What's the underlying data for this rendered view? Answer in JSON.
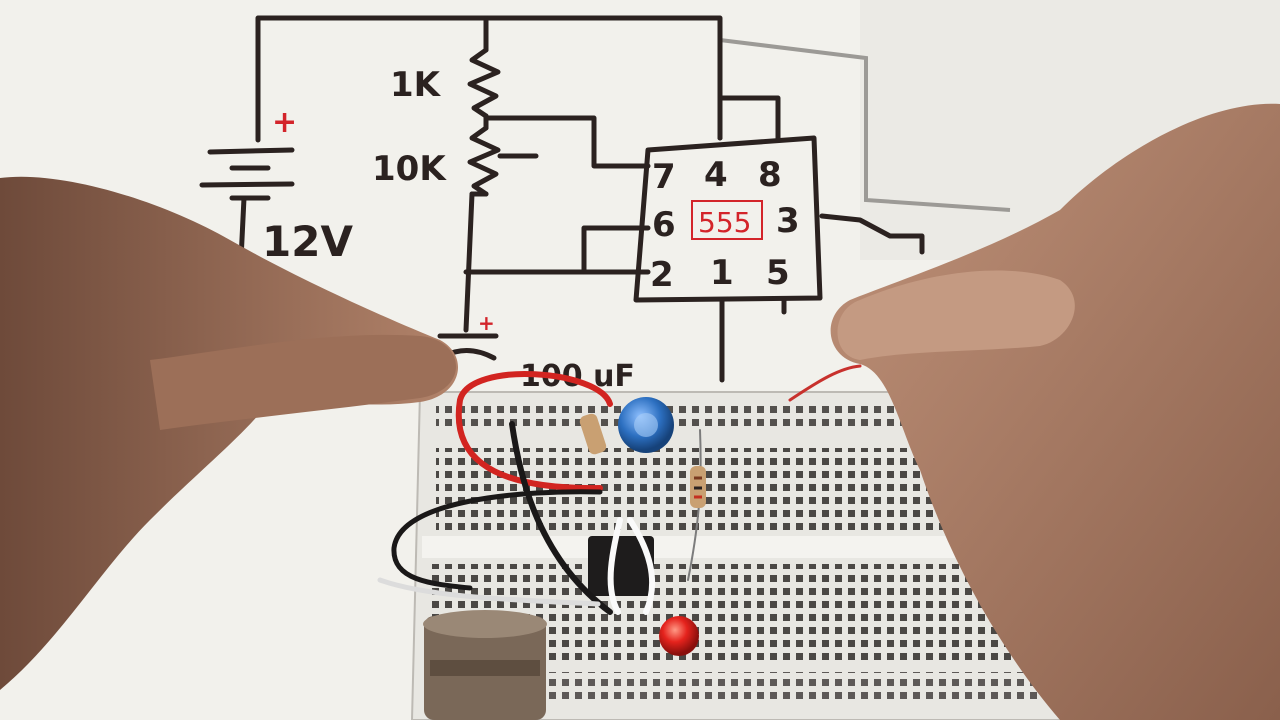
{
  "schematic": {
    "resistor_top": "1K",
    "resistor_pot": "10K",
    "supply_voltage": "12V",
    "ic_label": "555",
    "capacitor": "100 uF",
    "plus_sign": "+",
    "pins": {
      "p7": "7",
      "p4": "4",
      "p8": "8",
      "p6": "6",
      "p3": "3",
      "p2": "2",
      "p1": "1",
      "p5": "5"
    }
  },
  "colors": {
    "paper": "#f3f2ee",
    "ink": "#2b2220",
    "accent_red": "#d3242a",
    "breadboard": "#ecebe6",
    "skin": "#a9785e",
    "led": "#e5231d",
    "capacitor": "#2c6fc0"
  }
}
